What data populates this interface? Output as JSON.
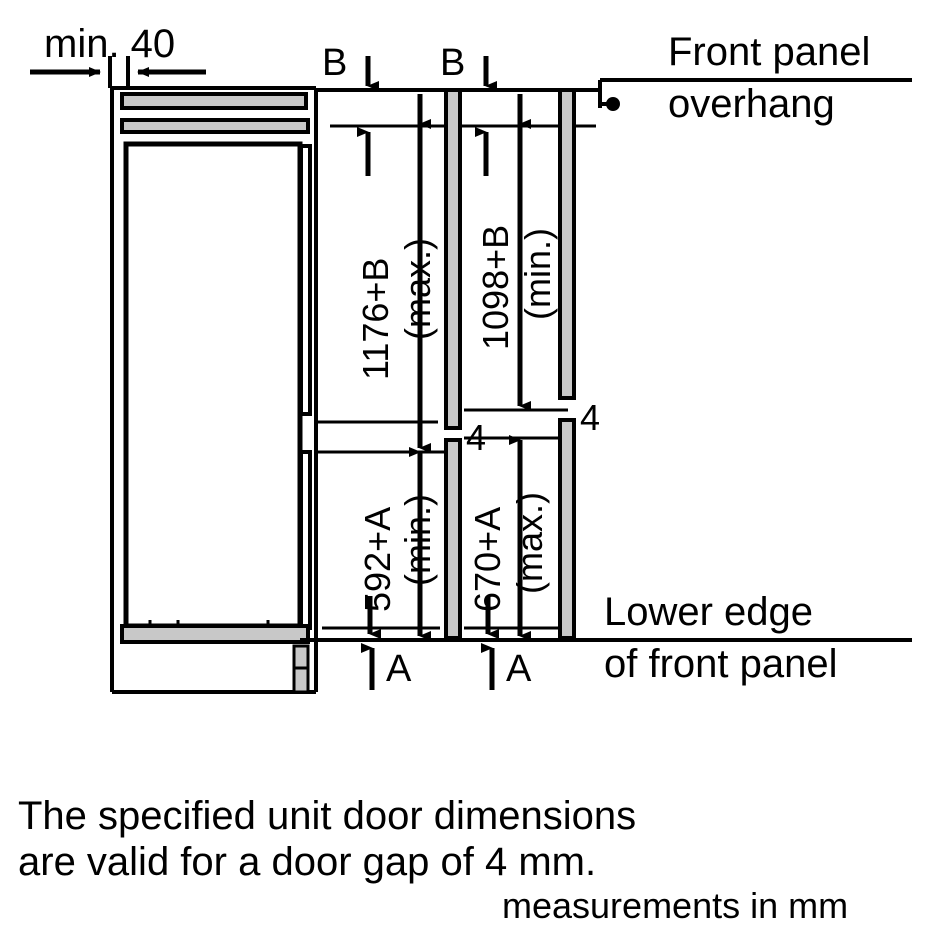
{
  "title": "Built-in refrigerator front panel installation dimension drawing",
  "labels": {
    "min_40": "min. 40",
    "B_left": "B",
    "B_right": "B",
    "front_panel_line1": "Front panel",
    "front_panel_line2": "overhang",
    "lower_edge_line1": "Lower edge",
    "lower_edge_line2": "of front panel",
    "A_left": "A",
    "A_right": "A",
    "gap_left": "4",
    "gap_right": "4"
  },
  "vertical_dimensions": [
    {
      "id": "upper-max",
      "value": "1176+B",
      "qualifier": "(max.)"
    },
    {
      "id": "upper-min",
      "value": "1098+B",
      "qualifier": "(min.)"
    },
    {
      "id": "lower-min",
      "value": "592+A",
      "qualifier": "(min.)"
    },
    {
      "id": "lower-max",
      "value": "670+A",
      "qualifier": "(max.)"
    }
  ],
  "notes": {
    "line1": "The specified unit door dimensions",
    "line2": "are valid for a door gap of 4 mm.",
    "units": "measurements in mm"
  },
  "colors": {
    "stroke": "#000000",
    "fill_panel": "#c8c8c8",
    "background": "#ffffff"
  }
}
